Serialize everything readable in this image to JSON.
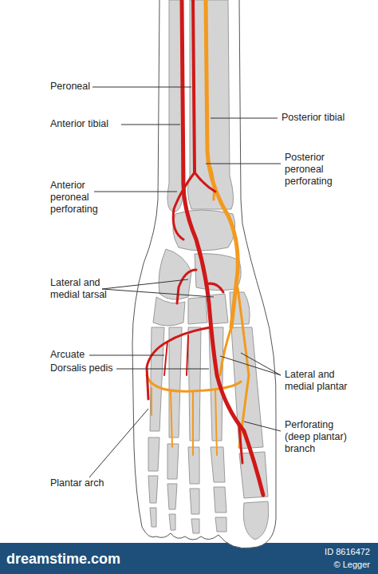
{
  "diagram": {
    "labels": [
      "Peroneal",
      "Anterior tibial",
      "Posterior tibial",
      "Posterior peroneal perforating",
      "Anterior peroneal perforating",
      "Lateral and medial tarsal",
      "Arcuate",
      "Dorsalis pedis",
      "Lateral and medial plantar",
      "Perforating (deep plantar) branch",
      "Plantar arch",
      "dreamstime.com",
      "ID 8616472",
      "© Legger"
    ]
  }
}
